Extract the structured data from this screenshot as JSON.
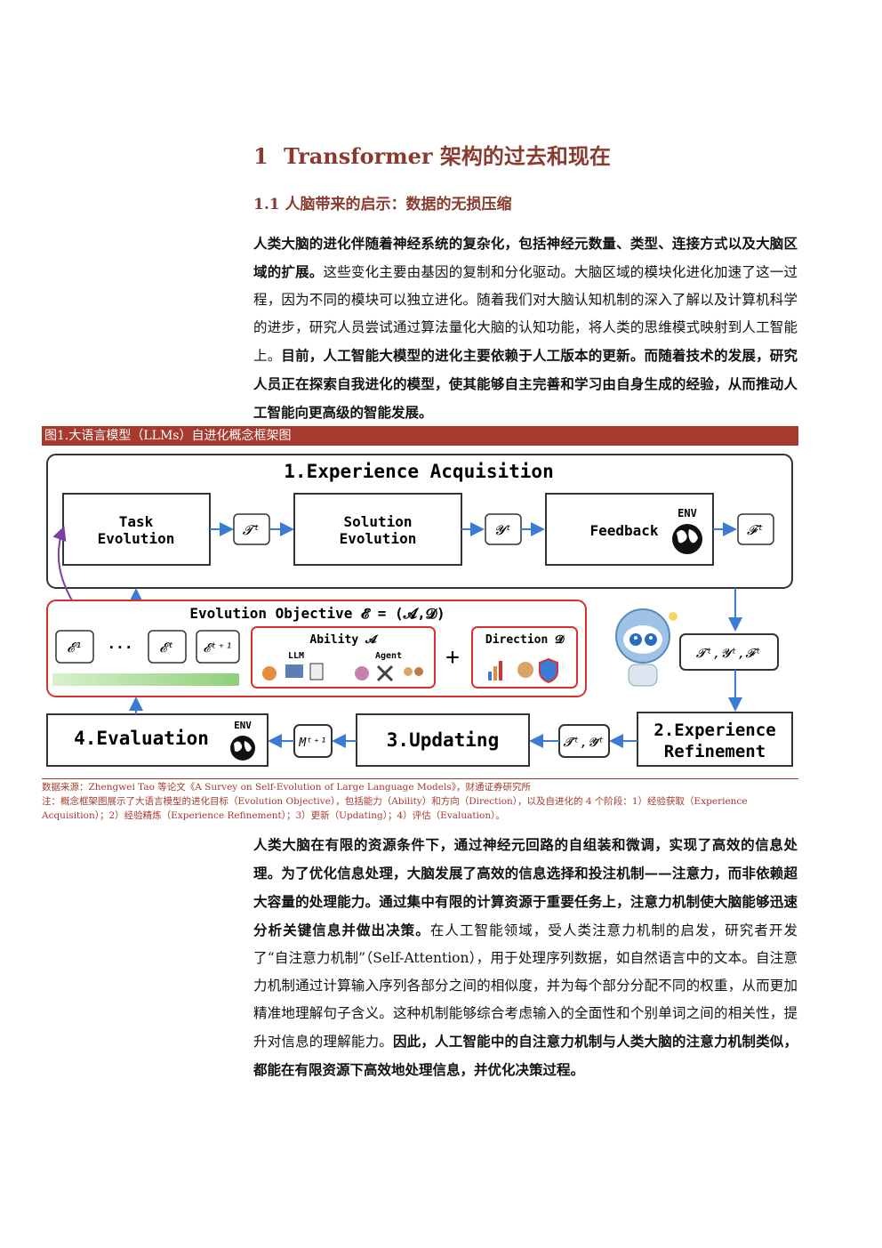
{
  "section": {
    "number": "1",
    "title": "Transformer 架构的过去和现在"
  },
  "subsection": {
    "number": "1.1",
    "title": "人脑带来的启示：数据的无损压缩"
  },
  "para1": {
    "b1": "人类大脑的进化伴随着神经系统的复杂化，包括神经元数量、类型、连接方式以及大脑区域的扩展。",
    "t1": "这些变化主要由基因的复制和分化驱动。大脑区域的模块化进化加速了这一过程，因为不同的模块可以独立进化。随着我们对大脑认知机制的深入了解以及计算机科学的进步，研究人员尝试通过算法量化大脑的认知功能，将人类的思维模式映射到人工智能上。",
    "b2": "目前，人工智能大模型的进化主要依赖于人工版本的更新。而随着技术的发展，研究人员正在探索自我进化的模型，使其能够自主完善和学习由自身生成的经验，从而推动人工智能向更高级的智能发展。"
  },
  "figure": {
    "title": "图1.大语言模型（LLMs）自进化概念框架图",
    "acquisition_title": "1.Experience Acquisition",
    "task_line1": "Task",
    "task_line2": "Evolution",
    "solution_line1": "Solution",
    "solution_line2": "Evolution",
    "feedback": "Feedback",
    "env": "ENV",
    "sym_t": "𝓣ᵗ",
    "sym_y": "𝓨ᵗ",
    "sym_f": "𝓕ᵗ",
    "sym_tyf": "𝓣ᵗ,𝓨ᵗ,𝓕ᵗ",
    "objective_title": "Evolution Objective  𝓔 = (𝓐,𝓓)",
    "e1": "𝓔¹",
    "dots": "···",
    "et": "𝓔ᵗ",
    "et1": "𝓔ᵗ⁺¹",
    "ability": "Ability 𝓐",
    "llm": "LLM",
    "agent": "Agent",
    "plus": "+",
    "direction": "Direction 𝓓",
    "refine_line1": "2.Experience",
    "refine_line2": "Refinement",
    "sym_ty_tilde": "𝓣̃ᵗ,𝓨̃ᵗ",
    "updating": "3.Updating",
    "sym_m": "Mᵗ⁺¹",
    "evaluation": "4.Evaluation",
    "colors": {
      "red": "#D9322E",
      "blue": "#3A7BD5",
      "purple": "#7B3FA0",
      "green": "#9BD88A",
      "brand": "#A63A2E"
    }
  },
  "source_note": "数据来源：Zhengwei Tao 等论文《A Survey on Self-Evolution of Large Language Models》，财通证券研究所",
  "note_line1": "注：概念框架图展示了大语言模型的进化目标（Evolution Objective），包括能力（Ability）和方向（Direction），以及自进化的 4 个阶段：1）经验获取（Experience",
  "note_line2": "Acquisition）；2）经验精炼（Experience Refinement）；3）更新（Updating）；4）评估（Evaluation）。",
  "para2": {
    "b1": "人类大脑在有限的资源条件下，通过神经元回路的自组装和微调，实现了高效的信息处理。为了优化信息处理，大脑发展了高效的信息选择和投注机制——注意力，而非依赖超大容量的处理能力。通过集中有限的计算资源于重要任务上，注意力机制使大脑能够迅速分析关键信息并做出决策。",
    "t1": "在人工智能领域，受人类注意力机制的启发，研究者开发了“自注意力机制”（Self-Attention），用于处理序列数据，如自然语言中的文本。自注意力机制通过计算输入序列各部分之间的相似度，并为每个部分分配不同的权重，从而更加精准地理解句子含义。这种机制能够综合考虑输入的全面性和个别单词之间的相关性，提升对信息的理解能力。",
    "b2": "因此，人工智能中的自注意力机制与人类大脑的注意力机制类似，都能在有限资源下高效地处理信息，并优化决策过程。"
  }
}
